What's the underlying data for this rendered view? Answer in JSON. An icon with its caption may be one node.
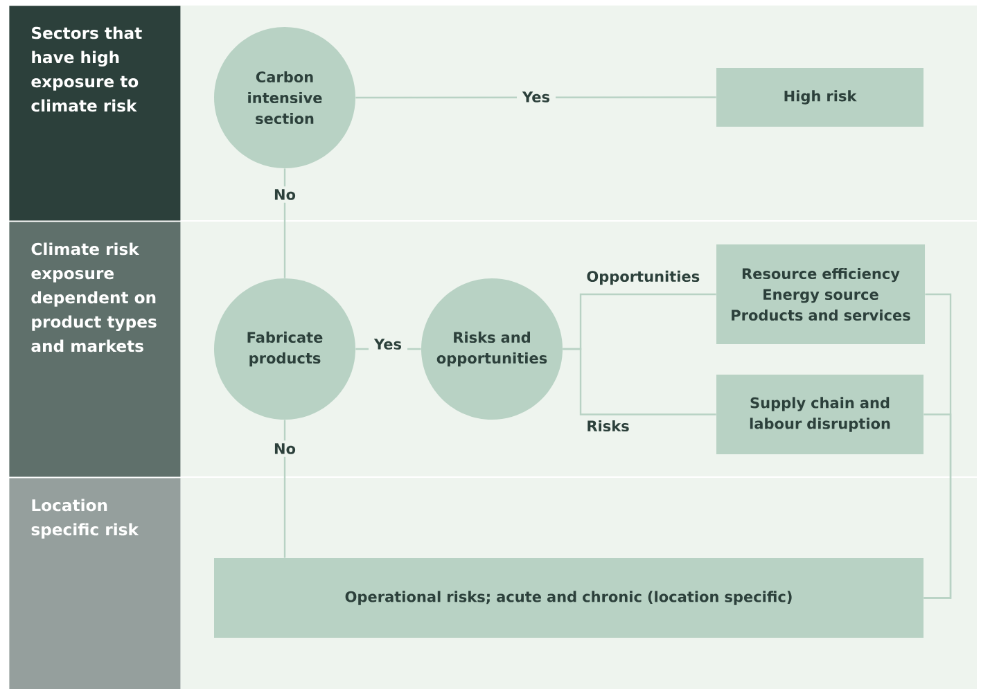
{
  "diagram": {
    "nodes": [
      {
        "text": [
          "Sectors that have high exposure to climate risk"
        ]
      },
      {
        "text": [
          "Climate risk exposure dependent on product types and markets"
        ]
      },
      {
        "text": [
          "Location specific risk"
        ]
      },
      {
        "text": [
          "Carbon intensive section"
        ]
      },
      {
        "text": [
          "High risk"
        ]
      },
      {
        "text": [
          "Fabricate products"
        ]
      },
      {
        "text": [
          "Risks and opportunities"
        ]
      },
      {
        "text": [
          "Resource efficiency",
          "Energy source",
          "Products and services"
        ]
      },
      {
        "text": [
          "Supply chain and labour disruption"
        ]
      },
      {
        "text": [
          "Operational risks; acute and chronic (location specific)"
        ]
      }
    ],
    "edges": [
      {
        "from": 3,
        "to": 4,
        "arrow": "none",
        "label": "Yes"
      },
      {
        "from": 3,
        "to": 5,
        "arrow": "none",
        "label": "No"
      },
      {
        "from": 5,
        "to": 6,
        "arrow": "none",
        "label": "Yes"
      },
      {
        "from": 6,
        "to": 7,
        "arrow": "none",
        "label": "Opportunities"
      },
      {
        "from": 6,
        "to": 8,
        "arrow": "none",
        "label": "Risks"
      },
      {
        "from": 5,
        "to": 9,
        "arrow": "none",
        "label": "No"
      },
      {
        "from": 7,
        "to": 9,
        "arrow": "none"
      },
      {
        "from": 8,
        "to": 9,
        "arrow": "none"
      }
    ]
  }
}
